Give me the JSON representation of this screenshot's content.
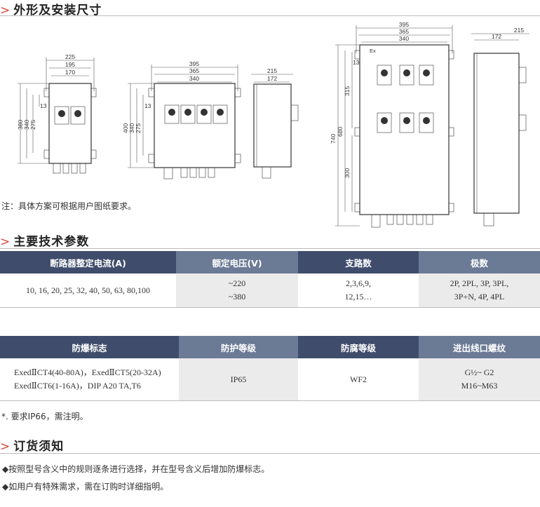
{
  "sections": {
    "dimensions_title": "外形及安装尺寸",
    "params_title": "主要技术参数",
    "order_title": "订货须知",
    "arrow": ">"
  },
  "diagram_labels": {
    "d1": {
      "w1": "225",
      "w2": "195",
      "w3": "170",
      "h1": "380",
      "h2": "340",
      "h3": "275",
      "s": "13"
    },
    "d2": {
      "w1": "395",
      "w2": "365",
      "w3": "340",
      "h1": "400",
      "h2": "340",
      "h3": "275",
      "s": "13",
      "sw1": "215",
      "sw2": "172"
    },
    "d3": {
      "w1": "395",
      "w2": "365",
      "w3": "340",
      "h1": "740",
      "h2": "680",
      "a": "315",
      "b": "300",
      "s": "13",
      "ex": "Ex",
      "sw1": "215",
      "sw2": "172"
    }
  },
  "note_dimensions": "注：具体方案可根据用户图纸要求。",
  "table1": {
    "headers": [
      "断路器整定电流(A)",
      "额定电压(V)",
      "支路数",
      "极数"
    ],
    "current": "10, 16, 20,  25, 32, 40, 50, 63, 80,100",
    "voltage": [
      "~220",
      "~380"
    ],
    "branches": [
      "2,3,6,9,",
      "12,15…"
    ],
    "poles": [
      "2P, 2PL, 3P, 3PL,",
      "3P+N, 4P, 4PL"
    ]
  },
  "table2": {
    "headers": [
      "防爆标志",
      "防护等级",
      "防腐等级",
      "进出线口螺纹"
    ],
    "marks": [
      "ExedⅡCT4(40-80A)，ExedⅡCT5(20-32A)",
      "ExedⅡCT6(1-16A)，DIP  A20 TA,T6"
    ],
    "protection": "IP65",
    "anticorrosion": "WF2",
    "thread": [
      "G½~ G2",
      "M16~M63"
    ]
  },
  "note_ip": "*. 要求IP66，需注明。",
  "order_notes": [
    "◆按照型号含义中的规则逐条进行选择，并在型号含义后增加防爆标志。",
    "◆如用户有特殊需求，需在订购时详细指明。"
  ]
}
